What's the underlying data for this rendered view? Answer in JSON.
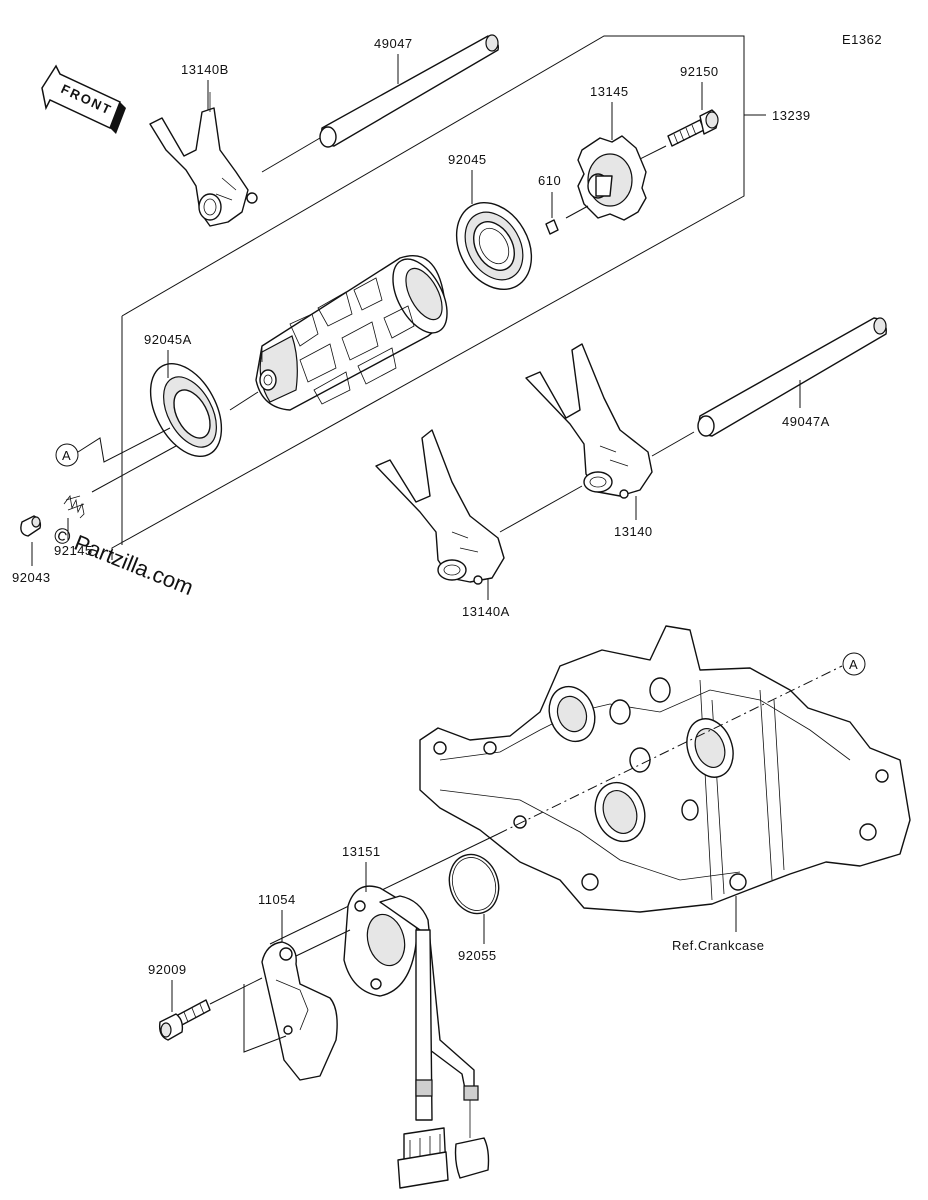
{
  "diagram_code": "E1362",
  "front_label": "FRONT",
  "watermark": "© Partzilla.com",
  "ref_label": "Ref.Crankcase",
  "callouts": {
    "a1": "A",
    "a2": "A"
  },
  "parts": {
    "p13140B": "13140B",
    "p49047": "49047",
    "p92150": "92150",
    "p13145": "13145",
    "p13239": "13239",
    "p92045": "92045",
    "p610": "610",
    "p92045A": "92045A",
    "p49047A": "49047A",
    "p92145": "92145",
    "p92043": "92043",
    "p13140": "13140",
    "p13140A": "13140A",
    "p13151": "13151",
    "p11054": "11054",
    "p92009": "92009",
    "p92055": "92055"
  }
}
